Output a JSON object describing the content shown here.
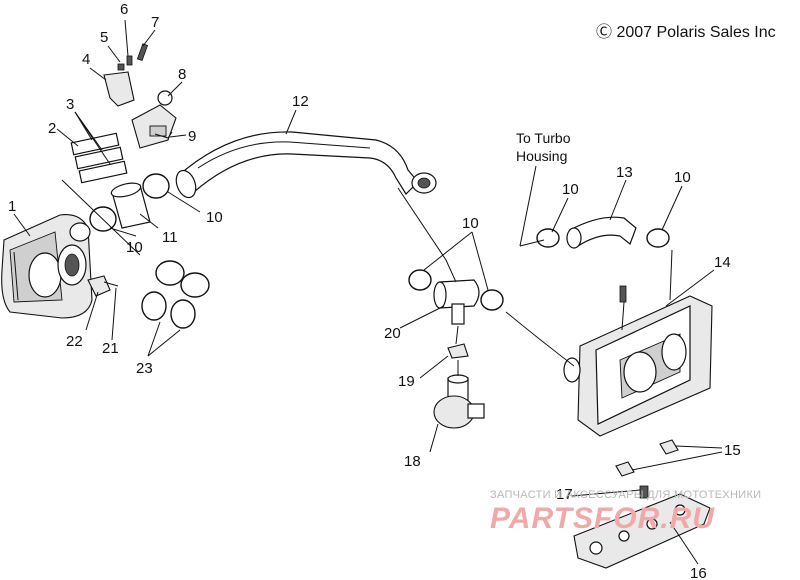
{
  "copyright": "Ⓒ 2007 Polaris Sales Inc",
  "note": {
    "line1": "To Turbo",
    "line2": "Housing"
  },
  "callouts": [
    "1",
    "2",
    "3",
    "4",
    "5",
    "6",
    "7",
    "8",
    "9",
    "10",
    "10",
    "11",
    "10",
    "12",
    "10",
    "13",
    "10",
    "14",
    "15",
    "16",
    "17",
    "18",
    "19",
    "20",
    "21",
    "22",
    "23",
    "10"
  ],
  "watermark": {
    "small": "ЗАПЧАСТИ И АКСЕССУАРЫ ДЛЯ МОТОТЕХНИКИ",
    "big": "PARTSFOR.RU"
  }
}
